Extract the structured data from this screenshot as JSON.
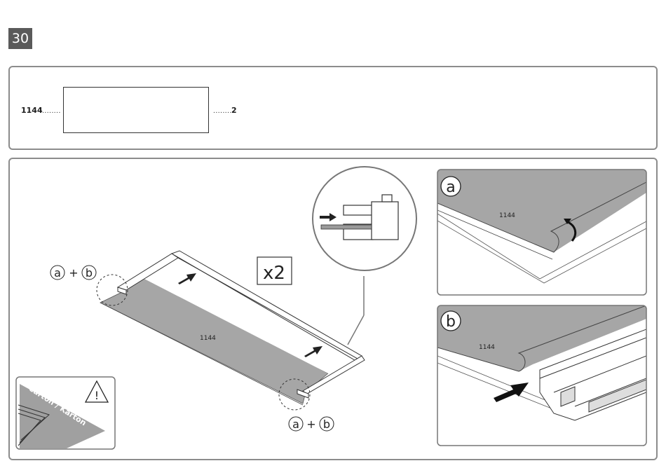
{
  "step": {
    "number": "30"
  },
  "parts": {
    "dimension": "1144",
    "dots_left": "........",
    "dots_right": "........",
    "quantity": "2"
  },
  "main": {
    "board_label": "1144",
    "multiplier": "x2",
    "callout_top_left": {
      "a": "a",
      "plus": "+",
      "b": "b"
    },
    "callout_bottom_right": {
      "a": "a",
      "plus": "+",
      "b": "b"
    }
  },
  "warning": {
    "text": "Carton / Karton",
    "icon": "warning-triangle-icon",
    "symbol": "!"
  },
  "detail_a": {
    "letter": "a",
    "board_label": "1144"
  },
  "detail_b": {
    "letter": "b",
    "board_label": "1144"
  }
}
